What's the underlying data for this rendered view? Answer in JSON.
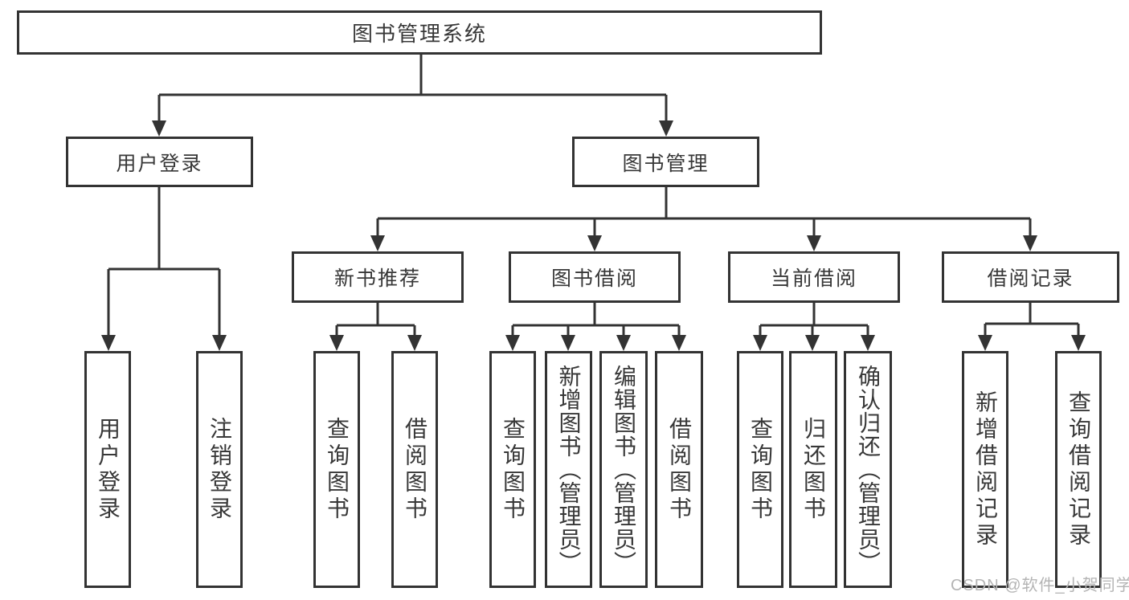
{
  "diagram": {
    "type": "hierarchy-flowchart",
    "root_label": "图书管理系统",
    "branches": [
      {
        "label": "用户登录",
        "leaves": [
          "用户登录",
          "注销登录"
        ]
      },
      {
        "label": "图书管理",
        "groups": [
          {
            "label": "新书推荐",
            "leaves": [
              "查询图书",
              "借阅图书"
            ]
          },
          {
            "label": "图书借阅",
            "leaves": [
              "查询图书",
              "新增图书（管理员）",
              "编辑图书（管理员）",
              "借阅图书"
            ]
          },
          {
            "label": "当前借阅",
            "leaves": [
              "查询图书",
              "归还图书",
              "确认归还（管理员）"
            ]
          },
          {
            "label": "借阅记录",
            "leaves": [
              "新增借阅记录",
              "查询借阅记录"
            ]
          }
        ]
      }
    ]
  },
  "watermark": {
    "text": "CSDN @软件_小贺同学",
    "color": "#b4b4b4"
  },
  "colors": {
    "background": "#ffffff",
    "line": "#333333",
    "box_border": "#333333",
    "text": "#383838"
  }
}
